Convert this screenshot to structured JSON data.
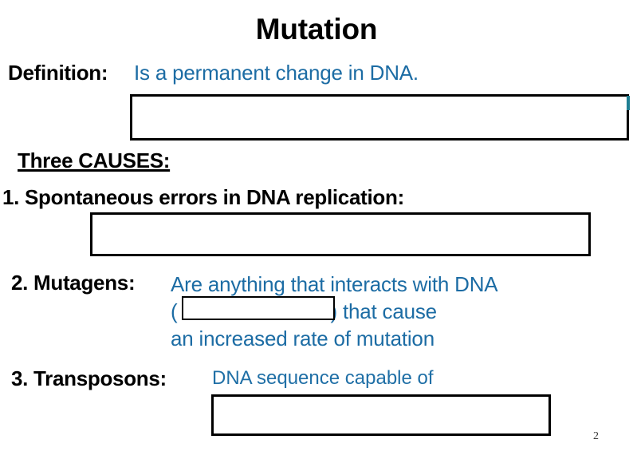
{
  "slide": {
    "title": "Mutation",
    "page_number": "2",
    "accent_blue": "#1c6ca4",
    "text_black": "#000000",
    "background": "#ffffff"
  },
  "definition": {
    "label": "Definition:",
    "value": "Is a permanent change in DNA.",
    "blank_box_label": ""
  },
  "causes": {
    "heading": "Three CAUSES:",
    "items": [
      {
        "number_label": "1. Spontaneous errors in DNA replication:",
        "answer": "",
        "blank_box_label": ""
      },
      {
        "number_label": "2. Mutagens:",
        "line1": "Are anything that interacts with DNA",
        "line2_open_paren": "(",
        "line2_close_paren": ") that cause",
        "line3": "an increased rate of mutation",
        "blank_box_label": ""
      },
      {
        "number_label": "3. Transposons:",
        "line1": "DNA sequence capable of",
        "blank_box_label": ""
      }
    ]
  }
}
